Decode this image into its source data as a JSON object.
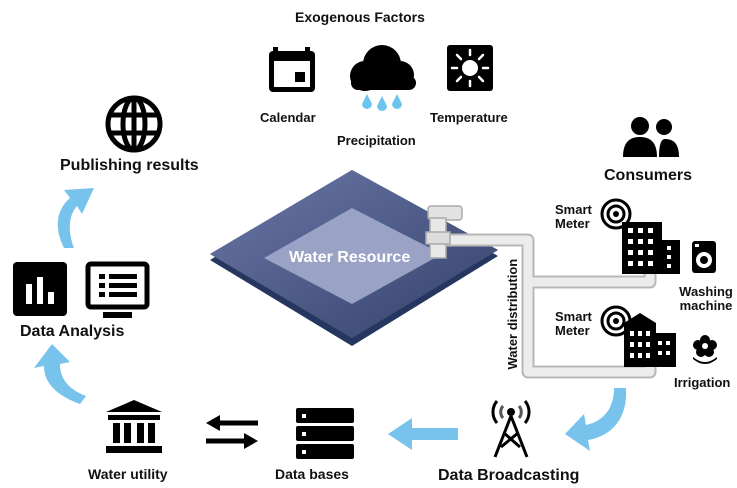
{
  "exogenous": {
    "title": "Exogenous Factors",
    "calendar": "Calendar",
    "precipitation": "Precipitation",
    "temperature": "Temperature"
  },
  "publishing": "Publishing results",
  "analysis": "Data Analysis",
  "utility": "Water utility",
  "databases": "Data bases",
  "broadcasting": "Data Broadcasting",
  "resource": "Water Resource",
  "distribution": "Water distribution",
  "consumers": {
    "title": "Consumers",
    "smart_meter_1": "Smart Meter",
    "smart_meter_2": "Smart Meter",
    "washing_machine": "Washing machine",
    "irrigation": "Irrigation"
  },
  "colors": {
    "arrow": "#78c3ec",
    "resource_dark": "#3a4a7c",
    "resource_light": "#8c97bd",
    "pipe": "#e6e6e6",
    "drop": "#6cc4ef"
  }
}
